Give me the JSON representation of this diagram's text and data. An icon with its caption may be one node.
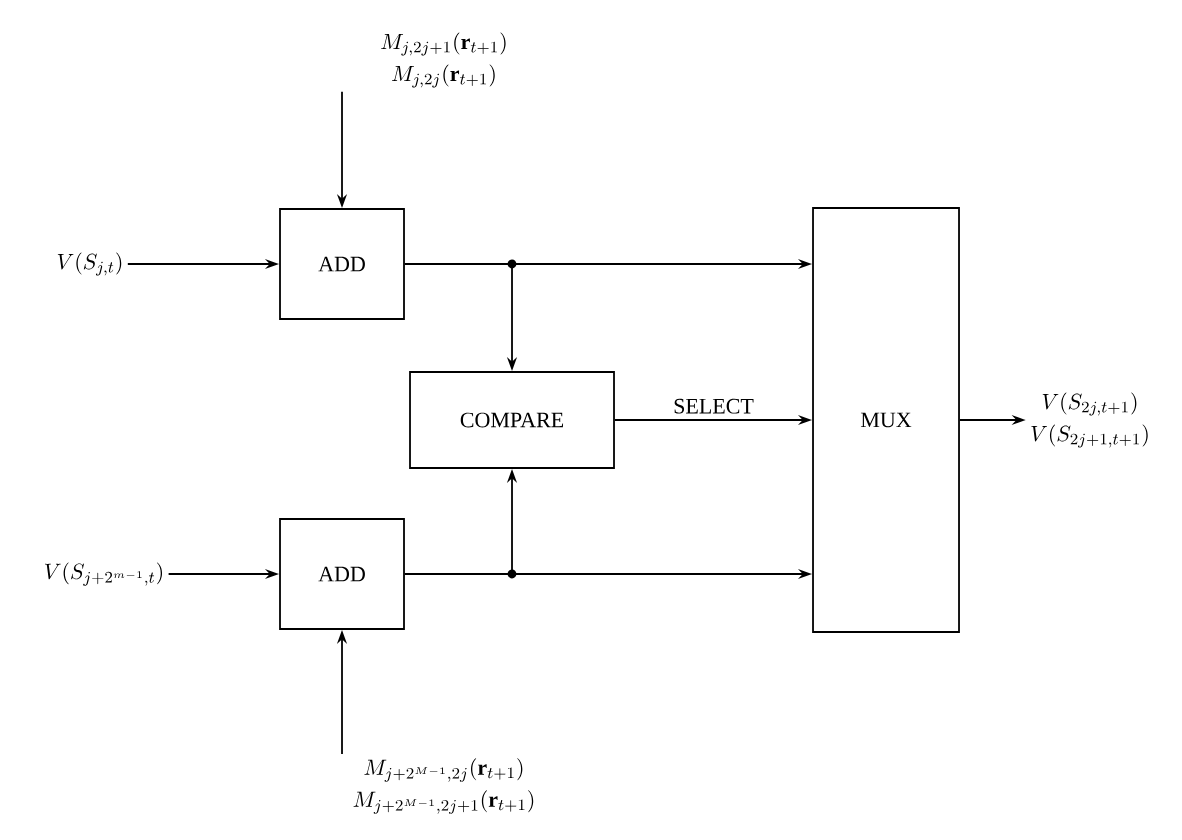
{
  "diagram": {
    "nodes": [
      {
        "text": [
          "M_{j,2j+1}(\\mathbf{r}_{t+1})",
          "M_{j,2j}(\\mathbf{r}_{t+1})"
        ]
      },
      {
        "text": [
          "V(S_{j,t})"
        ]
      },
      {
        "text": [
          "ADD"
        ]
      },
      {
        "text": [
          "COMPARE"
        ]
      },
      {
        "text": [
          "MUX"
        ]
      },
      {
        "text": [
          "V(S_{j+2^{m-1},t})"
        ]
      },
      {
        "text": [
          "ADD"
        ]
      },
      {
        "text": [
          "M_{j+2^{M-1},2j}(\\mathbf{r}_{t+1})",
          "M_{j+2^{M-1},2j+1}(\\mathbf{r}_{t+1})"
        ]
      },
      {
        "text": [
          "V(S_{2j,t+1})",
          "V(S_{2j+1,t+1})"
        ]
      }
    ],
    "edges": [
      {
        "from": 0,
        "to": 2,
        "arrow": "to"
      },
      {
        "from": 1,
        "to": 2,
        "arrow": "to"
      },
      {
        "from": 2,
        "to": 4,
        "arrow": "to"
      },
      {
        "from": 2,
        "to": 3,
        "arrow": "to"
      },
      {
        "from": 3,
        "to": 4,
        "arrow": "to",
        "label": "SELECT"
      },
      {
        "from": 5,
        "to": 6,
        "arrow": "to"
      },
      {
        "from": 7,
        "to": 6,
        "arrow": "to"
      },
      {
        "from": 6,
        "to": 4,
        "arrow": "to"
      },
      {
        "from": 6,
        "to": 3,
        "arrow": "to"
      },
      {
        "from": 4,
        "to": 8,
        "arrow": "to"
      }
    ]
  }
}
